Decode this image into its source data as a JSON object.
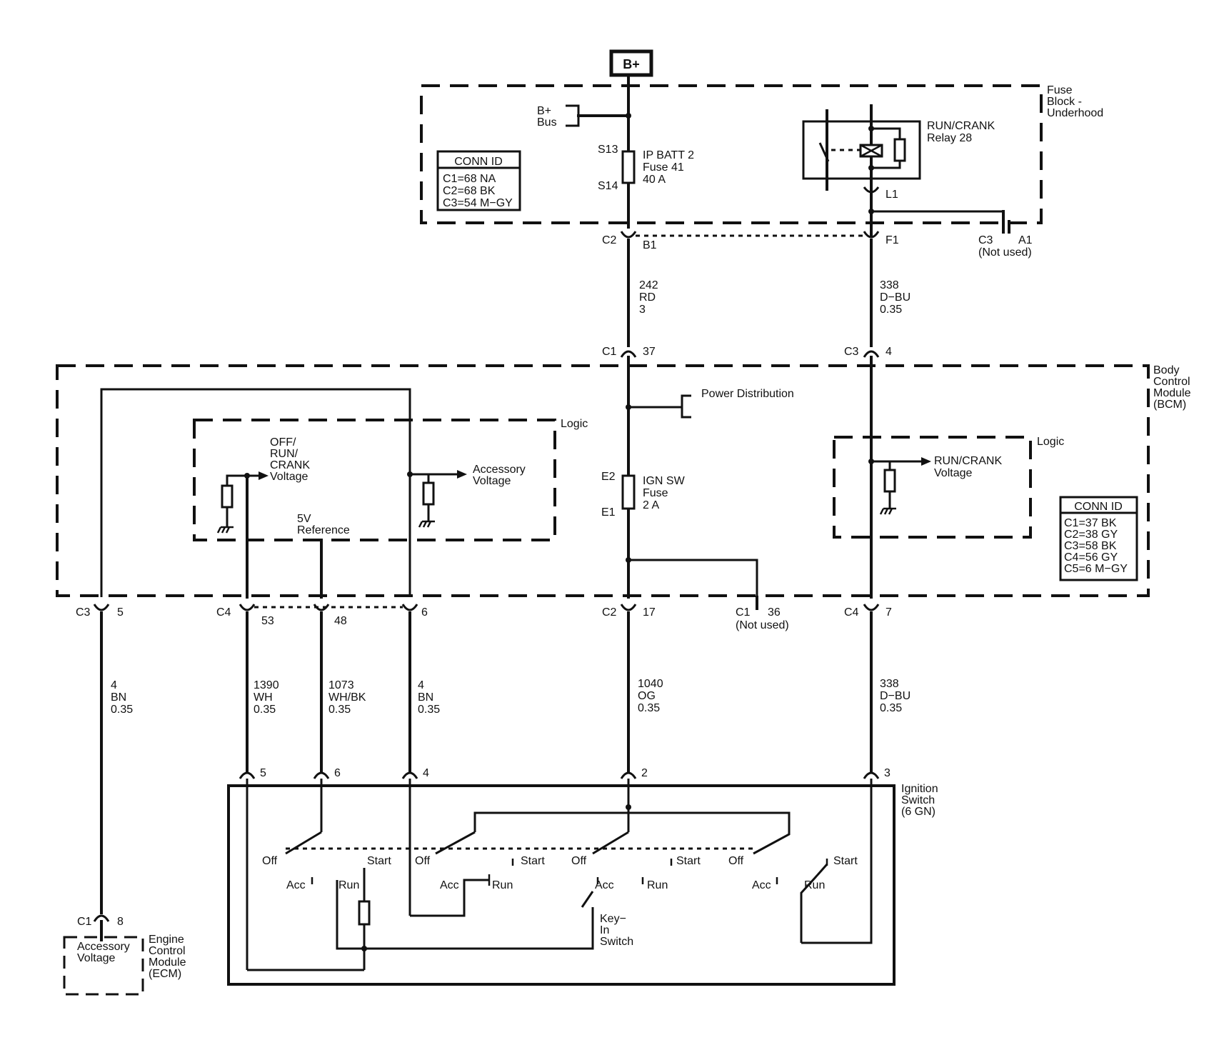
{
  "battery": "B+",
  "fuse_block": {
    "title_lines": [
      "Fuse",
      "Block -",
      "Underhood"
    ],
    "bus_lines": [
      "B+",
      "Bus"
    ],
    "conn_id": {
      "title": "CONN ID",
      "lines": [
        "C1=68 NA",
        "C2=68 BK",
        "C3=54 M−GY"
      ]
    },
    "fuse_splice_top": "S13",
    "fuse_splice_bottom": "S14",
    "fuse_lines": [
      "IP BATT 2",
      "Fuse 41",
      "40 A"
    ],
    "relay_lines": [
      "RUN/CRANK",
      "Relay 28"
    ],
    "relay_pin": "L1",
    "conn_left": "C2",
    "pin_left": "B1",
    "pin_right": "F1",
    "unused_conn": "C3",
    "unused_pin": "A1",
    "unused_note": "(Not used)"
  },
  "wires_upper": {
    "left": [
      "242",
      "RD",
      "3"
    ],
    "right": [
      "338",
      "D−BU",
      "0.35"
    ]
  },
  "bcm": {
    "title_lines": [
      "Body",
      "Control",
      "Module",
      "(BCM)"
    ],
    "top_left_conn": "C1",
    "top_left_pin": "37",
    "top_right_conn": "C3",
    "top_right_pin": "4",
    "power_dist": "Power Distribution",
    "logic_label": "Logic",
    "off_run_crank_lines": [
      "OFF/",
      "RUN/",
      "CRANK",
      "Voltage"
    ],
    "ref_lines": [
      "5V",
      "Reference"
    ],
    "accessory_lines": [
      "Accessory",
      "Voltage"
    ],
    "fuse_top": "E2",
    "fuse_bottom": "E1",
    "fuse_lines": [
      "IGN SW",
      "Fuse",
      "2 A"
    ],
    "logic_right_label": "Logic",
    "run_crank_lines": [
      "RUN/CRANK",
      "Voltage"
    ],
    "conn_id": {
      "title": "CONN ID",
      "lines": [
        "C1=37 BK",
        "C2=38 GY",
        "C3=58 BK",
        "C4=56 GY",
        "C5=6 M−GY"
      ]
    },
    "bottom": {
      "c3": "C3",
      "c3_pin": "5",
      "c4": "C4",
      "pin53": "53",
      "pin48": "48",
      "pin6": "6",
      "c2": "C2",
      "pin17": "17",
      "c1": "C1",
      "pin36": "36",
      "unused_note": "(Not used)",
      "c4r": "C4",
      "pin7": "7"
    }
  },
  "wires_lower": [
    [
      "4",
      "BN",
      "0.35"
    ],
    [
      "1390",
      "WH",
      "0.35"
    ],
    [
      "1073",
      "WH/BK",
      "0.35"
    ],
    [
      "4",
      "BN",
      "0.35"
    ],
    [
      "1040",
      "OG",
      "0.35"
    ],
    [
      "338",
      "D−BU",
      "0.35"
    ]
  ],
  "ignition": {
    "title_lines": [
      "Ignition",
      "Switch",
      "(6 GN)"
    ],
    "pins": [
      "5",
      "6",
      "4",
      "2",
      "3"
    ],
    "off": "Off",
    "acc": "Acc",
    "run": "Run",
    "start": "Start",
    "key_in_lines": [
      "Key−",
      "In",
      "Switch"
    ]
  },
  "ecm": {
    "conn": "C1",
    "pin": "8",
    "inside_lines": [
      "Accessory",
      "Voltage"
    ],
    "title_lines": [
      "Engine",
      "Control",
      "Module",
      "(ECM)"
    ]
  }
}
